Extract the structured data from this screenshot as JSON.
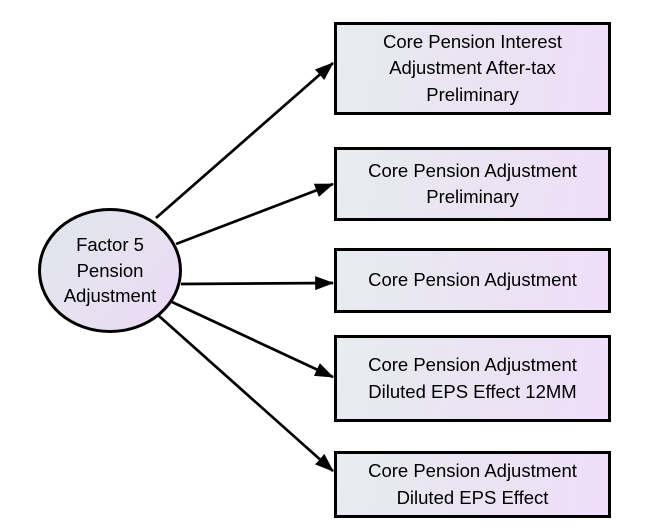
{
  "diagram": {
    "source_node": {
      "id": "factor-5-pension-adjustment",
      "label": "Factor 5 Pension Adjustment",
      "shape": "ellipse"
    },
    "targets": [
      {
        "id": "core-pension-interest-adjustment-after-tax-preliminary",
        "label": "Core Pension Interest Adjustment After-tax Preliminary",
        "shape": "box"
      },
      {
        "id": "core-pension-adjustment-preliminary",
        "label": "Core Pension Adjustment Preliminary",
        "shape": "box"
      },
      {
        "id": "core-pension-adjustment",
        "label": "Core Pension Adjustment",
        "shape": "box"
      },
      {
        "id": "core-pension-adjustment-diluted-eps-effect-12mm",
        "label": "Core Pension Adjustment Diluted EPS Effect 12MM",
        "shape": "box"
      },
      {
        "id": "core-pension-adjustment-diluted-eps-effect",
        "label": "Core Pension Adjustment Diluted EPS Effect",
        "shape": "box"
      }
    ],
    "edges": [
      {
        "from": "factor-5-pension-adjustment",
        "to": "core-pension-interest-adjustment-after-tax-preliminary",
        "style": "arrow"
      },
      {
        "from": "factor-5-pension-adjustment",
        "to": "core-pension-adjustment-preliminary",
        "style": "arrow"
      },
      {
        "from": "factor-5-pension-adjustment",
        "to": "core-pension-adjustment",
        "style": "arrow"
      },
      {
        "from": "factor-5-pension-adjustment",
        "to": "core-pension-adjustment-diluted-eps-effect-12mm",
        "style": "arrow"
      },
      {
        "from": "factor-5-pension-adjustment",
        "to": "core-pension-adjustment-diluted-eps-effect",
        "style": "arrow"
      }
    ],
    "colors": {
      "background": "#ffffff",
      "node_border": "#000000",
      "arrow": "#000000",
      "text": "#000000",
      "fill_gradient_start": "#e7ecef",
      "fill_gradient_end": "#efdef9"
    }
  }
}
